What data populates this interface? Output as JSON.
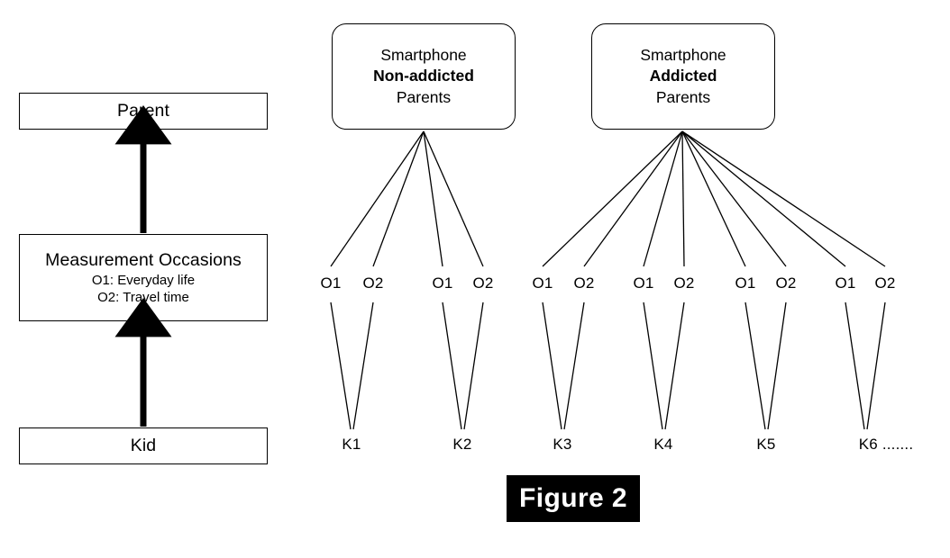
{
  "figure": {
    "caption": "Figure 2"
  },
  "left_panel": {
    "levels": [
      {
        "id": "parent",
        "title": "Parent",
        "sublines": []
      },
      {
        "id": "measurement-occasions",
        "title": "Measurement Occasions",
        "sublines": [
          "O1: Everyday life",
          "O2: Travel time"
        ]
      },
      {
        "id": "kid",
        "title": "Kid",
        "sublines": []
      }
    ],
    "arrows": [
      {
        "from": "measurement-occasions",
        "to": "parent"
      },
      {
        "from": "kid",
        "to": "measurement-occasions"
      }
    ]
  },
  "right_panel": {
    "groups": [
      {
        "id": "non-addicted",
        "line1": "Smartphone",
        "line2": "Non-addicted",
        "line3": "Parents",
        "kids": [
          {
            "label": "K1",
            "occasions": [
              "O1",
              "O2"
            ]
          },
          {
            "label": "K2",
            "occasions": [
              "O1",
              "O2"
            ]
          }
        ]
      },
      {
        "id": "addicted",
        "line1": "Smartphone",
        "line2": "Addicted",
        "line3": "Parents",
        "kids": [
          {
            "label": "K3",
            "occasions": [
              "O1",
              "O2"
            ]
          },
          {
            "label": "K4",
            "occasions": [
              "O1",
              "O2"
            ]
          },
          {
            "label": "K5",
            "occasions": [
              "O1",
              "O2"
            ]
          },
          {
            "label": "K6 .......",
            "occasions": [
              "O1",
              "O2"
            ]
          }
        ]
      }
    ]
  },
  "colors": {
    "stroke": "#000000",
    "background": "#ffffff",
    "caption_bg": "#000000",
    "caption_fg": "#ffffff"
  }
}
